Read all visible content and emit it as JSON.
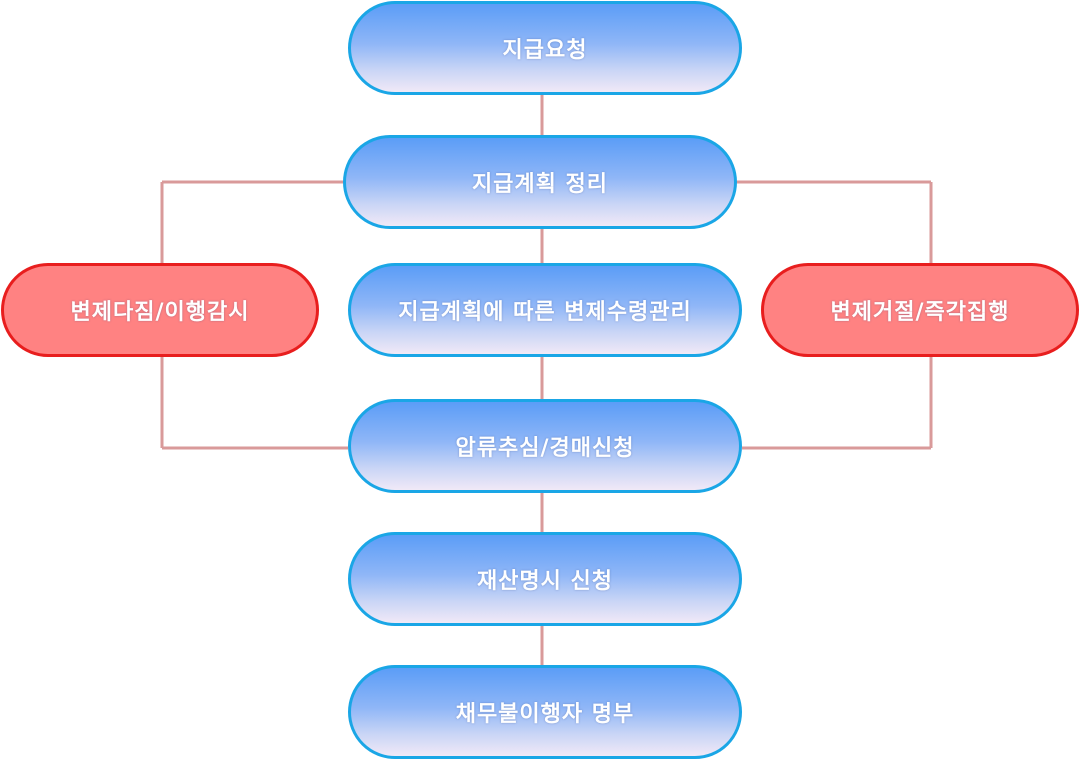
{
  "flow": {
    "nodes": [
      {
        "id": "payment-request",
        "label": "지급요청"
      },
      {
        "id": "payment-plan",
        "label": "지급계획 정리"
      },
      {
        "id": "repayment-receipt",
        "label": "지급계획에 따른 변제수령관리"
      },
      {
        "id": "seizure-auction",
        "label": "압류추심/경매신청"
      },
      {
        "id": "asset-disclosure",
        "label": "재산명시 신청"
      },
      {
        "id": "defaulter-registry",
        "label": "채무불이행자 명부"
      }
    ],
    "side_nodes": {
      "left": {
        "id": "repayment-pledge",
        "label": "변제다짐/이행감시"
      },
      "right": {
        "id": "repayment-refusal",
        "label": "변제거절/즉각집행"
      }
    }
  },
  "colors": {
    "main_border": "#1aa6e6",
    "main_fill_top": "#5b9df7",
    "main_fill_bottom": "#f1e9f7",
    "side_border": "#e81e1e",
    "side_fill": "#ff8282",
    "connector": "#d99a9a"
  }
}
